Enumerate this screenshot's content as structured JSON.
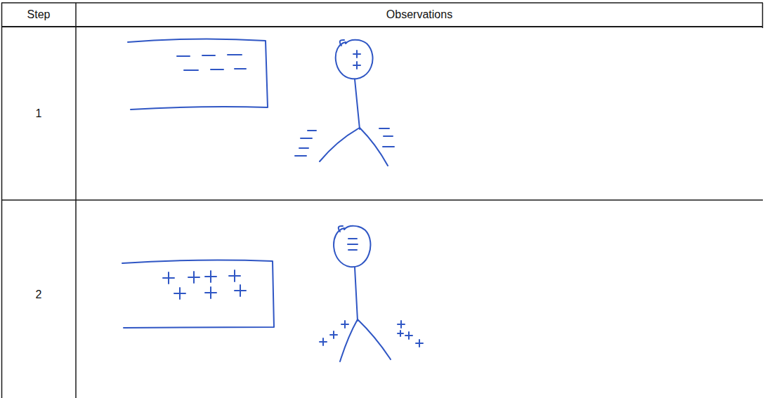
{
  "diagram": {
    "labels": [
      "Step",
      "Observations",
      "1",
      "2"
    ]
  }
}
